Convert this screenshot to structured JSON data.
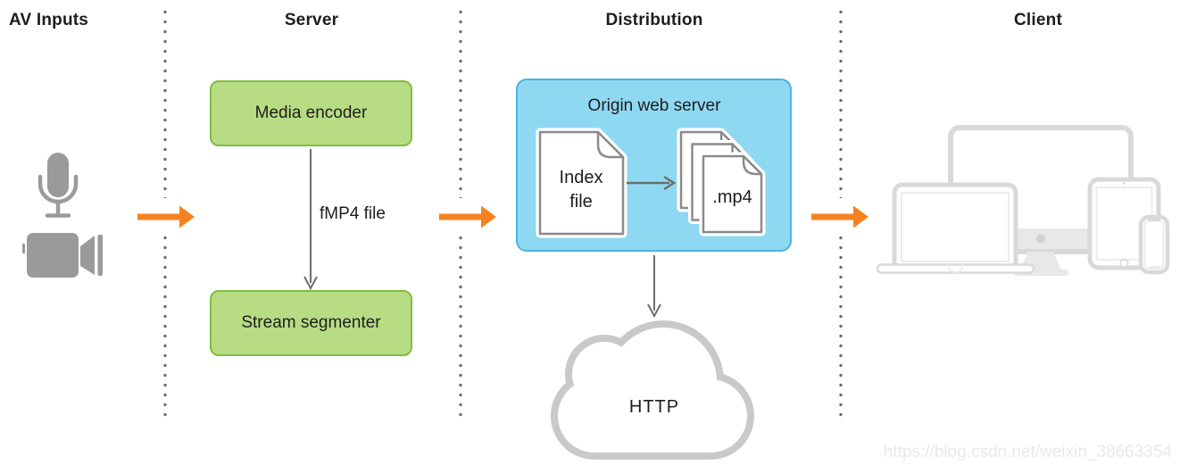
{
  "header": {
    "av_inputs": "AV Inputs",
    "server": "Server",
    "distribution": "Distribution",
    "client": "Client"
  },
  "server": {
    "media_encoder": "Media encoder",
    "stream_segmenter": "Stream segmenter",
    "fmp4_label": "fMP4 file"
  },
  "distribution": {
    "origin_title": "Origin web server",
    "index_file": "Index file",
    "mp4_label": ".mp4",
    "http_label": "HTTP"
  },
  "watermark": "https://blog.csdn.net/weixin_38663354",
  "icons": {
    "microphone-icon": "gray microphone shape",
    "video-camera-icon": "gray video camera shape",
    "arrow-right-icon": "thick orange right arrow",
    "document-icon": "white page with folded corner",
    "documents-stack-icon": "three stacked pages with folded corners",
    "cloud-icon": "gray outlined cloud",
    "imac-icon": "desktop monitor outline with stand",
    "macbook-icon": "laptop outline",
    "ipad-icon": "tablet outline with home button",
    "iphone-icon": "phone outline with notch"
  },
  "colors": {
    "green_fill": "#b8dc84",
    "green_border": "#7fbe41",
    "blue_fill": "#8fd8f2",
    "blue_border": "#4ab4e2",
    "orange": "#f6821f",
    "icon_gray": "#9a9a9a",
    "connector_gray": "#6e6e6e",
    "doc_border": "#8a8a8a",
    "cloud_gray": "#c9c9c9",
    "device_gray": "#d9d9d9",
    "dot_gray": "#6e6e6e",
    "text_dark": "#1d1d1f",
    "watermark_gray": "#e9e9e9"
  }
}
